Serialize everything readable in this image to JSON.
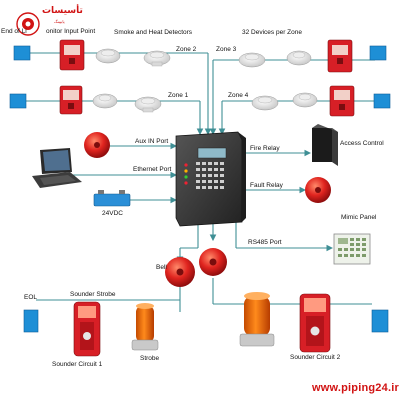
{
  "labels": {
    "end_of_line": "End of Li",
    "monitor_point": "onitor  Input Point",
    "smoke_heat": "Smoke and Heat  Detectors",
    "zone2": "Zone 2",
    "zone3": "Zone 3",
    "devices_per_zone": "32 Devices per Zone",
    "zone1": "Zone 1",
    "zone4": "Zone 4",
    "aux_in_port": "Aux IN Port",
    "ethernet_port": "Ethernet Port",
    "fire_relay": "Fire Relay",
    "access_control": "Access Control",
    "fault_relay": "Fault Relay",
    "mimic_panel": "Mimic Panel",
    "rs485_port": "RS485 Port",
    "battery_voltage": "24VDC",
    "bell": "Bell",
    "eol": "EOL",
    "sounder_strobe": "Sounder Strobe",
    "sounder_circuit_1": "Sounder Circuit 1",
    "strobe": "Strobe",
    "sounder_circuit_2": "Sounder Circuit 2"
  },
  "logo": {
    "text_fa": "تأسیسات",
    "text_sub": "پایپینگ"
  },
  "watermark": "www.piping24.ir",
  "colors": {
    "wire": "#3f8f95",
    "eol_box": "#1e8fd6",
    "alarm_red": "#d71f26",
    "panel": "#3a3a3a",
    "watermark": "#d11313"
  }
}
